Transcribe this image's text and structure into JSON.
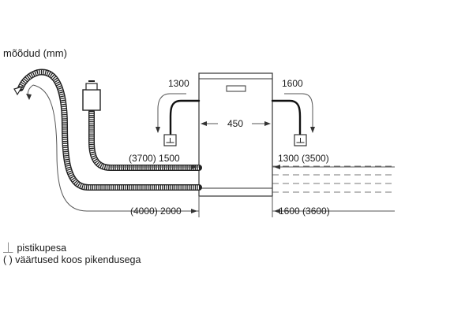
{
  "header": {
    "units_label": "mõõdud (mm)"
  },
  "dimensions": {
    "left_up": "1300",
    "right_up": "1600",
    "width": "450",
    "left_upper": "(3700) 1500",
    "right_upper": "1300 (3500)",
    "left_lower": "(4000) 2000",
    "right_lower": "1600 (3600)"
  },
  "legend": {
    "socket_symbol": "⏊",
    "socket_label": "pistikupesa",
    "paren_symbol": "( )",
    "paren_label": "väärtused koos pikendusega"
  },
  "icons": [
    "socket-icon-left",
    "socket-icon-right",
    "drain-hose-icon",
    "inlet-hose-icon",
    "dishwasher-icon"
  ]
}
